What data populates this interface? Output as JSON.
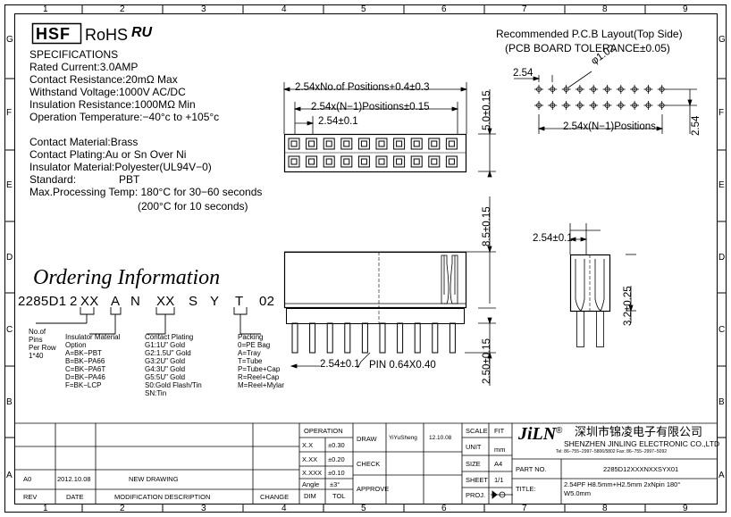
{
  "zones_top": [
    "1",
    "2",
    "3",
    "4",
    "5",
    "6",
    "7",
    "8",
    "9"
  ],
  "zones_side": [
    "G",
    "F",
    "E",
    "D",
    "C",
    "B",
    "A"
  ],
  "header": {
    "brand": "HSF",
    "rohs": "RoHS",
    "ul": "RU"
  },
  "specs": {
    "title": "SPECIFICATIONS",
    "rated_current": "Rated Current:3.0AMP",
    "contact_resistance": "Contact Resistance:20mΩ Max",
    "withstand_voltage": "Withstand Voltage:1000V AC/DC",
    "insulation_resistance": "Insulation Resistance:1000MΩ Min",
    "operation_temp": "Operation Temperature:−40°c to +105°c",
    "contact_material": "Contact Material:Brass",
    "contact_plating": "Contact Plating:Au or Sn Over Ni",
    "insulator_material": "Insulator Material:Polyester(UL94V−0)",
    "standard_label": "Standard:",
    "standard_value": "PBT",
    "max_processing": "Max.Processing Temp: 180°C for 30−60 seconds",
    "max_processing_2": "(200°C for 10 seconds)"
  },
  "ordering": {
    "title": "Ordering Information",
    "code": [
      "2285D1",
      "2",
      "XX",
      "A",
      "N",
      "XX",
      "S",
      "Y",
      "T",
      "02"
    ],
    "pins": "No.of\nPins\nPer Row\n1*40",
    "insulator": "Insulator Material\nOption\nA=BK−PBT\nB=BK−PA66\nC=BK−PA6T\nD=BK−PA46\nF=BK−LCP",
    "plating": "Contact Plating\nG1:1U\" Gold\nG2:1.5U\" Gold\nG3:2U\" Gold\nG4:3U\" Gold\nG5:5U\" Gold\nS0:Gold Flash/Tin\nSN:Tin",
    "packing": "Packing\n0=PE Bag\nA=Tray\nT=Tube\nP=Tube+Cap\nR=Reel+Cap\nM=Reel+Mylar"
  },
  "pcb": {
    "title": "Recommended P.C.B Layout(Top Side)",
    "tolerance": "(PCB BOARD TOLERANCE±0.05)",
    "pitch": "2.54",
    "hole": "φ1.02",
    "row_pitch": "2.54x(N−1)Positions",
    "row_spacing": "2.54"
  },
  "front_view": {
    "overall": "2.54xNo.of Positions+0.4±0.3",
    "positions": "2.54x(N−1)Positions±0.15",
    "pitch": "2.54±0.1",
    "height_top": "5.0±0.15"
  },
  "side_view": {
    "body_height": "8.5±0.15",
    "tail": "2.50±0.15",
    "pitch": "2.54±0.1",
    "pin": "PIN 0.64X0.40",
    "side_pitch": "2.54±0.1",
    "side_height": "3.2±0.25"
  },
  "title_block": {
    "operation": "OPERATION",
    "tol_rows": [
      [
        "X.X",
        "±0.30"
      ],
      [
        "X.XX",
        "±0.20"
      ],
      [
        "X.XXX",
        "±0.10"
      ],
      [
        "Angle",
        "±3°"
      ]
    ],
    "dim": "DIM",
    "tol": "TOL",
    "draw": "DRAW",
    "check": "CHECK",
    "approve": "APPROVE",
    "drawer": "YiYuSheng",
    "date": "12.10.08",
    "scale": "SCALE",
    "scale_val": "FIT",
    "unit": "UNIT",
    "unit_val": "mm",
    "size": "SIZE",
    "size_val": "A4",
    "sheet": "SHEET",
    "sheet_val": "1/1",
    "proj": "PROJ.",
    "company_logo": "JiLN",
    "company_cn": "深圳市锦凌电子有限公司",
    "company_en": "SHENZHEN JINLING ELECTRONIC CO.,LTD",
    "contact": "Tel: 86−755−2997−5806/5802   Fax: 86−755−2997−5092",
    "part_no_label": "PART NO.",
    "part_no": "2285D12XXXNXXSYX01",
    "title_label": "TITLE:",
    "title_line1": "2.54PF H8.5mm+H2.5mm 2xNpin 180°",
    "title_line2": "W5.0mm",
    "rev_rev": "A0",
    "rev_date": "2012.10.08",
    "rev_desc": "NEW DRAWING",
    "hdr_rev": "REV",
    "hdr_date": "DATE",
    "hdr_mod": "MODIFICATION DESCRIPTION",
    "hdr_change": "CHANGE"
  }
}
